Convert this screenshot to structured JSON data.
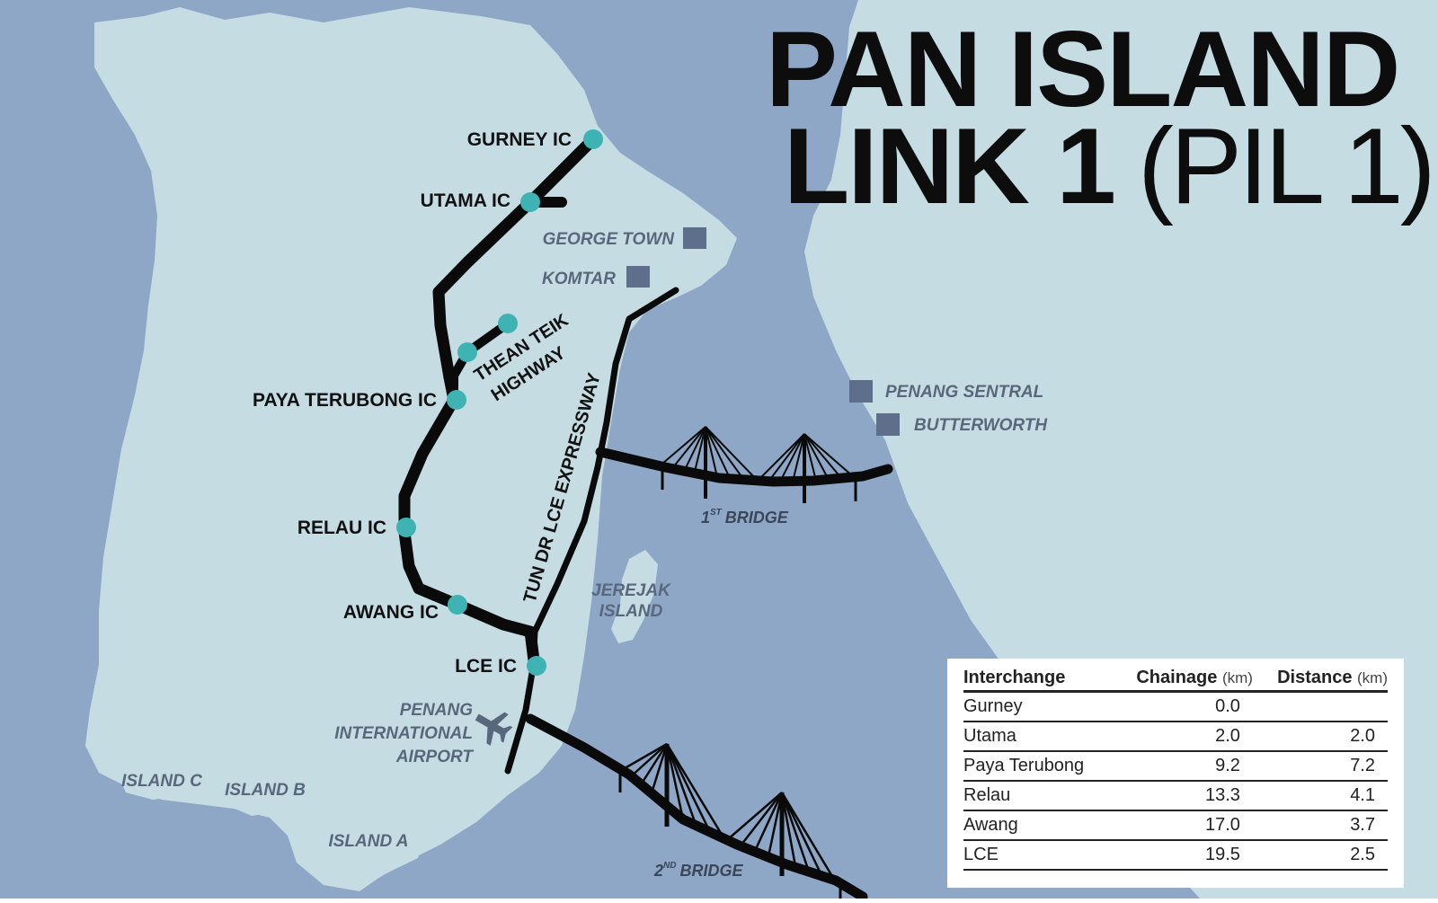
{
  "title": {
    "line1": "PAN ISLAND",
    "line2_bold": "LINK 1",
    "line2_light": "(PIL 1)"
  },
  "colors": {
    "sea": "#8ea7c7",
    "land": "#c5dce3",
    "road": "#0a0a0a",
    "interchange": "#3fb3b3",
    "place_marker": "#5d6f8a"
  },
  "interchanges": {
    "gurney": "GURNEY IC",
    "utama": "UTAMA IC",
    "paya_terubong": "PAYA TERUBONG IC",
    "relau": "RELAU IC",
    "awang": "AWANG IC",
    "lce": "LCE IC"
  },
  "places": {
    "george_town": "GEORGE TOWN",
    "komtar": "KOMTAR",
    "penang_sentral": "PENANG SENTRAL",
    "butterworth": "BUTTERWORTH",
    "jerejak_1": "JEREJAK",
    "jerejak_2": "ISLAND",
    "airport_1": "PENANG",
    "airport_2": "INTERNATIONAL",
    "airport_3": "AIRPORT",
    "island_a": "ISLAND A",
    "island_b": "ISLAND B",
    "island_c": "ISLAND C"
  },
  "icons": {
    "airport": "airplane-icon",
    "bridge": "cable-stayed-bridge-icon"
  },
  "roads": {
    "thean_teik_1": "THEAN TEIK",
    "thean_teik_2": "HIGHWAY",
    "lce_expressway": "TUN DR LCE EXPRESSWAY"
  },
  "bridges": {
    "first_num": "1",
    "first_sup": "ST",
    "first_word": "BRIDGE",
    "second_num": "2",
    "second_sup": "ND",
    "second_word": "BRIDGE"
  },
  "table": {
    "headers": {
      "interchange": "Interchange",
      "chainage": "Chainage",
      "chainage_unit": "(km)",
      "distance": "Distance",
      "distance_unit": "(km)"
    },
    "rows": [
      {
        "interchange": "Gurney",
        "chainage": "0.0",
        "distance": ""
      },
      {
        "interchange": "Utama",
        "chainage": "2.0",
        "distance": "2.0"
      },
      {
        "interchange": "Paya Terubong",
        "chainage": "9.2",
        "distance": "7.2"
      },
      {
        "interchange": "Relau",
        "chainage": "13.3",
        "distance": "4.1"
      },
      {
        "interchange": "Awang",
        "chainage": "17.0",
        "distance": "3.7"
      },
      {
        "interchange": "LCE",
        "chainage": "19.5",
        "distance": "2.5"
      }
    ]
  }
}
